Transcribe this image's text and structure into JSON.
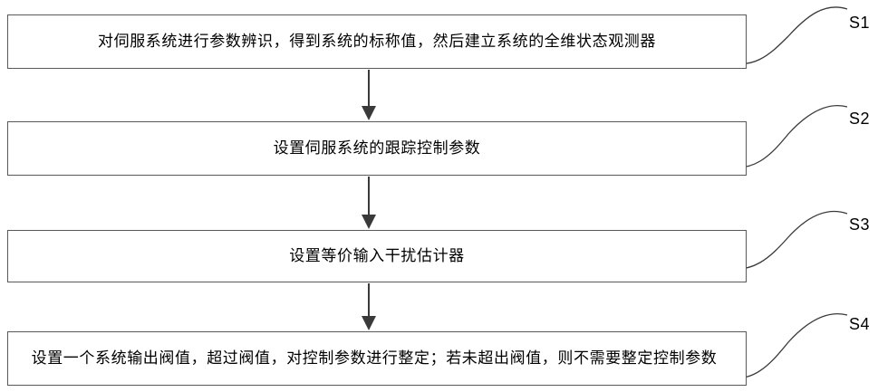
{
  "steps": [
    {
      "id": "S1",
      "text": "对伺服系统进行参数辨识，得到系统的标称值，然后建立系统的全维状态观测器"
    },
    {
      "id": "S2",
      "text": "设置伺服系统的跟踪控制参数"
    },
    {
      "id": "S3",
      "text": "设置等价输入干扰估计器"
    },
    {
      "id": "S4",
      "text": "设置一个系统输出阀值，超过阀值，对控制参数进行整定；若未超出阀值，则不需要整定控制参数"
    }
  ]
}
